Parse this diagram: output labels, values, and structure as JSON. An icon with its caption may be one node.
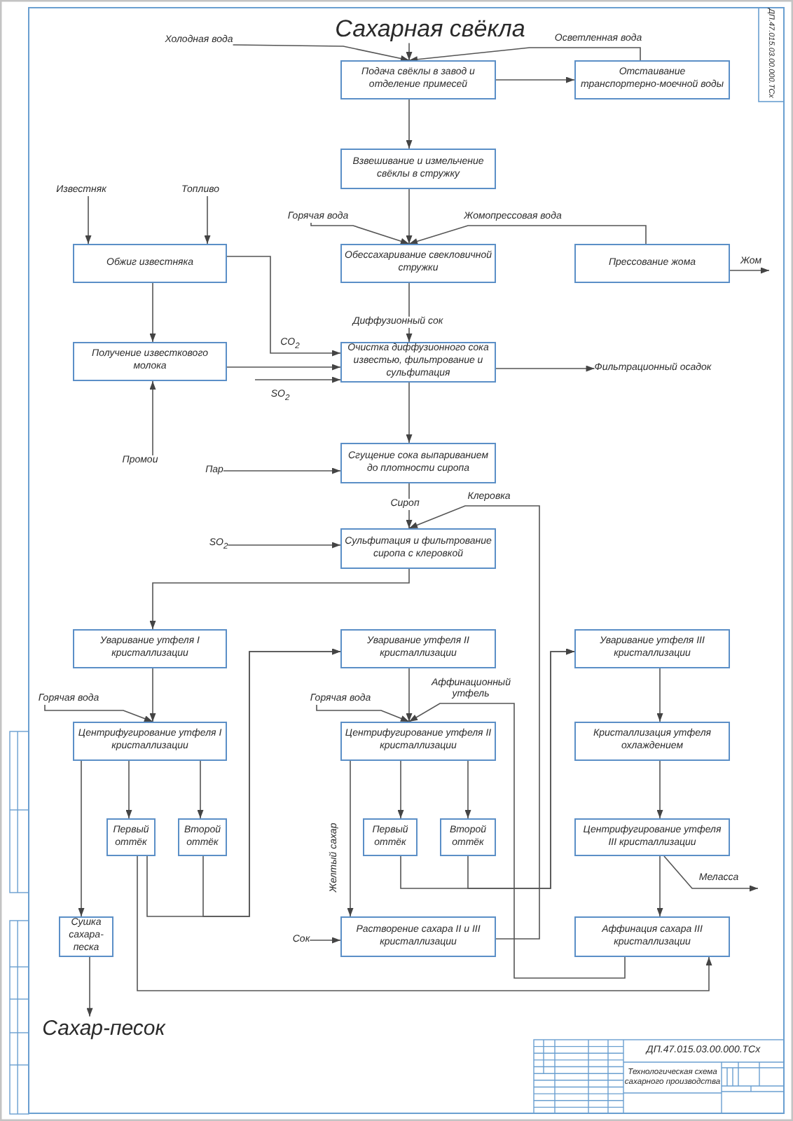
{
  "diagram": {
    "nodes": [
      {
        "text": [
          "Сахарная свёкла"
        ]
      },
      {
        "text": [
          "Холодная вода"
        ]
      },
      {
        "text": [
          "Подача свёклы в завод и отделение примесей"
        ]
      },
      {
        "text": [
          "Отстаивание транспортерно-моечной воды"
        ]
      },
      {
        "text": [
          "Взвешивание и измельчение свёклы в стружку"
        ]
      },
      {
        "text": [
          "Известняк"
        ]
      },
      {
        "text": [
          "Топливо"
        ]
      },
      {
        "text": [
          "Горячая вода"
        ]
      },
      {
        "text": [
          "Обжиг известняка"
        ]
      },
      {
        "text": [
          "Обессахаривание свекловичной стружки"
        ]
      },
      {
        "text": [
          "Прессование жома"
        ]
      },
      {
        "text": [
          "Получение известкового молока"
        ]
      },
      {
        "text": [
          "Очистка диффузионного сока известью, фильтрование и сульфитация"
        ]
      },
      {
        "text": [
          "Фильтрационный осадок"
        ]
      },
      {
        "text": [
          "Промои"
        ]
      },
      {
        "text": [
          "Пар"
        ]
      },
      {
        "text": [
          "Сгущение сока выпариванием до плотности сиропа"
        ]
      },
      {
        "text": [
          "SO$_{2}$"
        ]
      },
      {
        "text": [
          "Сульфитация и фильтрование сиропа с клеровкой"
        ]
      },
      {
        "text": [
          "Уваривание утфеля I кристаллизации"
        ]
      },
      {
        "text": [
          "Уваривание утфеля II кристаллизации"
        ]
      },
      {
        "text": [
          "Уваривание утфеля III кристаллизации"
        ]
      },
      {
        "text": [
          "Горячая вода"
        ]
      },
      {
        "text": [
          "Центрифугирование утфеля I кристаллизации"
        ]
      },
      {
        "text": [
          "Горячая вода"
        ]
      },
      {
        "text": [
          "Центрифугирование утфеля II кристаллизации"
        ]
      },
      {
        "text": [
          "Кристаллизация утфеля охлаждением"
        ]
      },
      {
        "text": [
          "Первый оттёк"
        ]
      },
      {
        "text": [
          "Второй оттёк"
        ]
      },
      {
        "text": [
          "Первый оттёк"
        ]
      },
      {
        "text": [
          "Второй оттёк"
        ]
      },
      {
        "text": [
          "Центрифугирование утфеля III кристаллизации"
        ]
      },
      {
        "text": [
          "Сушка сахара-песка"
        ]
      },
      {
        "text": [
          "Сок"
        ]
      },
      {
        "text": [
          "Растворение сахара II и III кристаллизации"
        ]
      },
      {
        "text": [
          "Аффинация сахара III кристаллизации"
        ]
      },
      {
        "text": [
          "Сахар-песок"
        ]
      }
    ],
    "edges": [
      {
        "from": 0,
        "to": 2,
        "arrow": "to"
      },
      {
        "from": 1,
        "to": 2,
        "arrow": "to"
      },
      {
        "from": 3,
        "to": 2,
        "arrow": "to",
        "label": "Осветленная вода"
      },
      {
        "from": 2,
        "to": 3,
        "arrow": "to"
      },
      {
        "from": 2,
        "to": 4,
        "arrow": "to"
      },
      {
        "from": 4,
        "to": 9,
        "arrow": "to"
      },
      {
        "from": 5,
        "to": 8,
        "arrow": "to"
      },
      {
        "from": 6,
        "to": 8,
        "arrow": "to"
      },
      {
        "from": 7,
        "to": 9,
        "arrow": "to"
      },
      {
        "from": 10,
        "to": 9,
        "arrow": "to",
        "label": "Жомопрессовая вода"
      },
      {
        "from": 10,
        "to": null,
        "arrow": "to",
        "label": "Жом"
      },
      {
        "from": 9,
        "to": 12,
        "arrow": "to",
        "label": "Диффузионный сок"
      },
      {
        "from": 8,
        "to": 11,
        "arrow": "to"
      },
      {
        "from": 8,
        "to": 12,
        "arrow": "to",
        "label": "CO$_{2}$"
      },
      {
        "from": 11,
        "to": 12,
        "arrow": "to"
      },
      {
        "from": null,
        "to": 12,
        "arrow": "to",
        "label": "SO$_{2}$"
      },
      {
        "from": 12,
        "to": 13,
        "arrow": "to"
      },
      {
        "from": 14,
        "to": 11,
        "arrow": "to"
      },
      {
        "from": 12,
        "to": 16,
        "arrow": "to"
      },
      {
        "from": 15,
        "to": 16,
        "arrow": "to"
      },
      {
        "from": 16,
        "to": 18,
        "arrow": "to",
        "label": "Сироп"
      },
      {
        "from": 34,
        "to": 18,
        "arrow": "to",
        "label": "Клеровка"
      },
      {
        "from": 17,
        "to": 18,
        "arrow": "to"
      },
      {
        "from": 18,
        "to": 19,
        "arrow": "to"
      },
      {
        "from": 19,
        "to": 23,
        "arrow": "to"
      },
      {
        "from": 22,
        "to": 23,
        "arrow": "to"
      },
      {
        "from": 20,
        "to": 25,
        "arrow": "to"
      },
      {
        "from": 24,
        "to": 25,
        "arrow": "to"
      },
      {
        "from": 35,
        "to": 25,
        "arrow": "to",
        "label": "Аффинационный утфель"
      },
      {
        "from": 21,
        "to": 26,
        "arrow": "to"
      },
      {
        "from": 23,
        "to": 27,
        "arrow": "to"
      },
      {
        "from": 23,
        "to": 28,
        "arrow": "to"
      },
      {
        "from": 23,
        "to": 32,
        "arrow": "to"
      },
      {
        "from": 25,
        "to": 29,
        "arrow": "to"
      },
      {
        "from": 25,
        "to": 30,
        "arrow": "to"
      },
      {
        "from": 25,
        "to": 34,
        "arrow": "to",
        "label": "Желтый сахар"
      },
      {
        "from": 26,
        "to": 31,
        "arrow": "to"
      },
      {
        "from": 27,
        "to": 20,
        "arrow": "to"
      },
      {
        "from": 28,
        "to": 20,
        "arrow": "to"
      },
      {
        "from": 29,
        "to": 21,
        "arrow": "to"
      },
      {
        "from": 30,
        "to": 21,
        "arrow": "to"
      },
      {
        "from": 31,
        "to": 35,
        "arrow": "to"
      },
      {
        "from": 31,
        "to": null,
        "arrow": "to",
        "label": "Меласса"
      },
      {
        "from": 27,
        "to": 35,
        "arrow": "to"
      },
      {
        "from": 33,
        "to": 34,
        "arrow": "to"
      },
      {
        "from": 32,
        "to": 36,
        "arrow": "to"
      }
    ],
    "labels": [
      "ДП.47.015.03.00.000.ТСх",
      "ДП.47.015.03.00.000.ТСх",
      "Технологическая схема сахарного производства"
    ]
  }
}
